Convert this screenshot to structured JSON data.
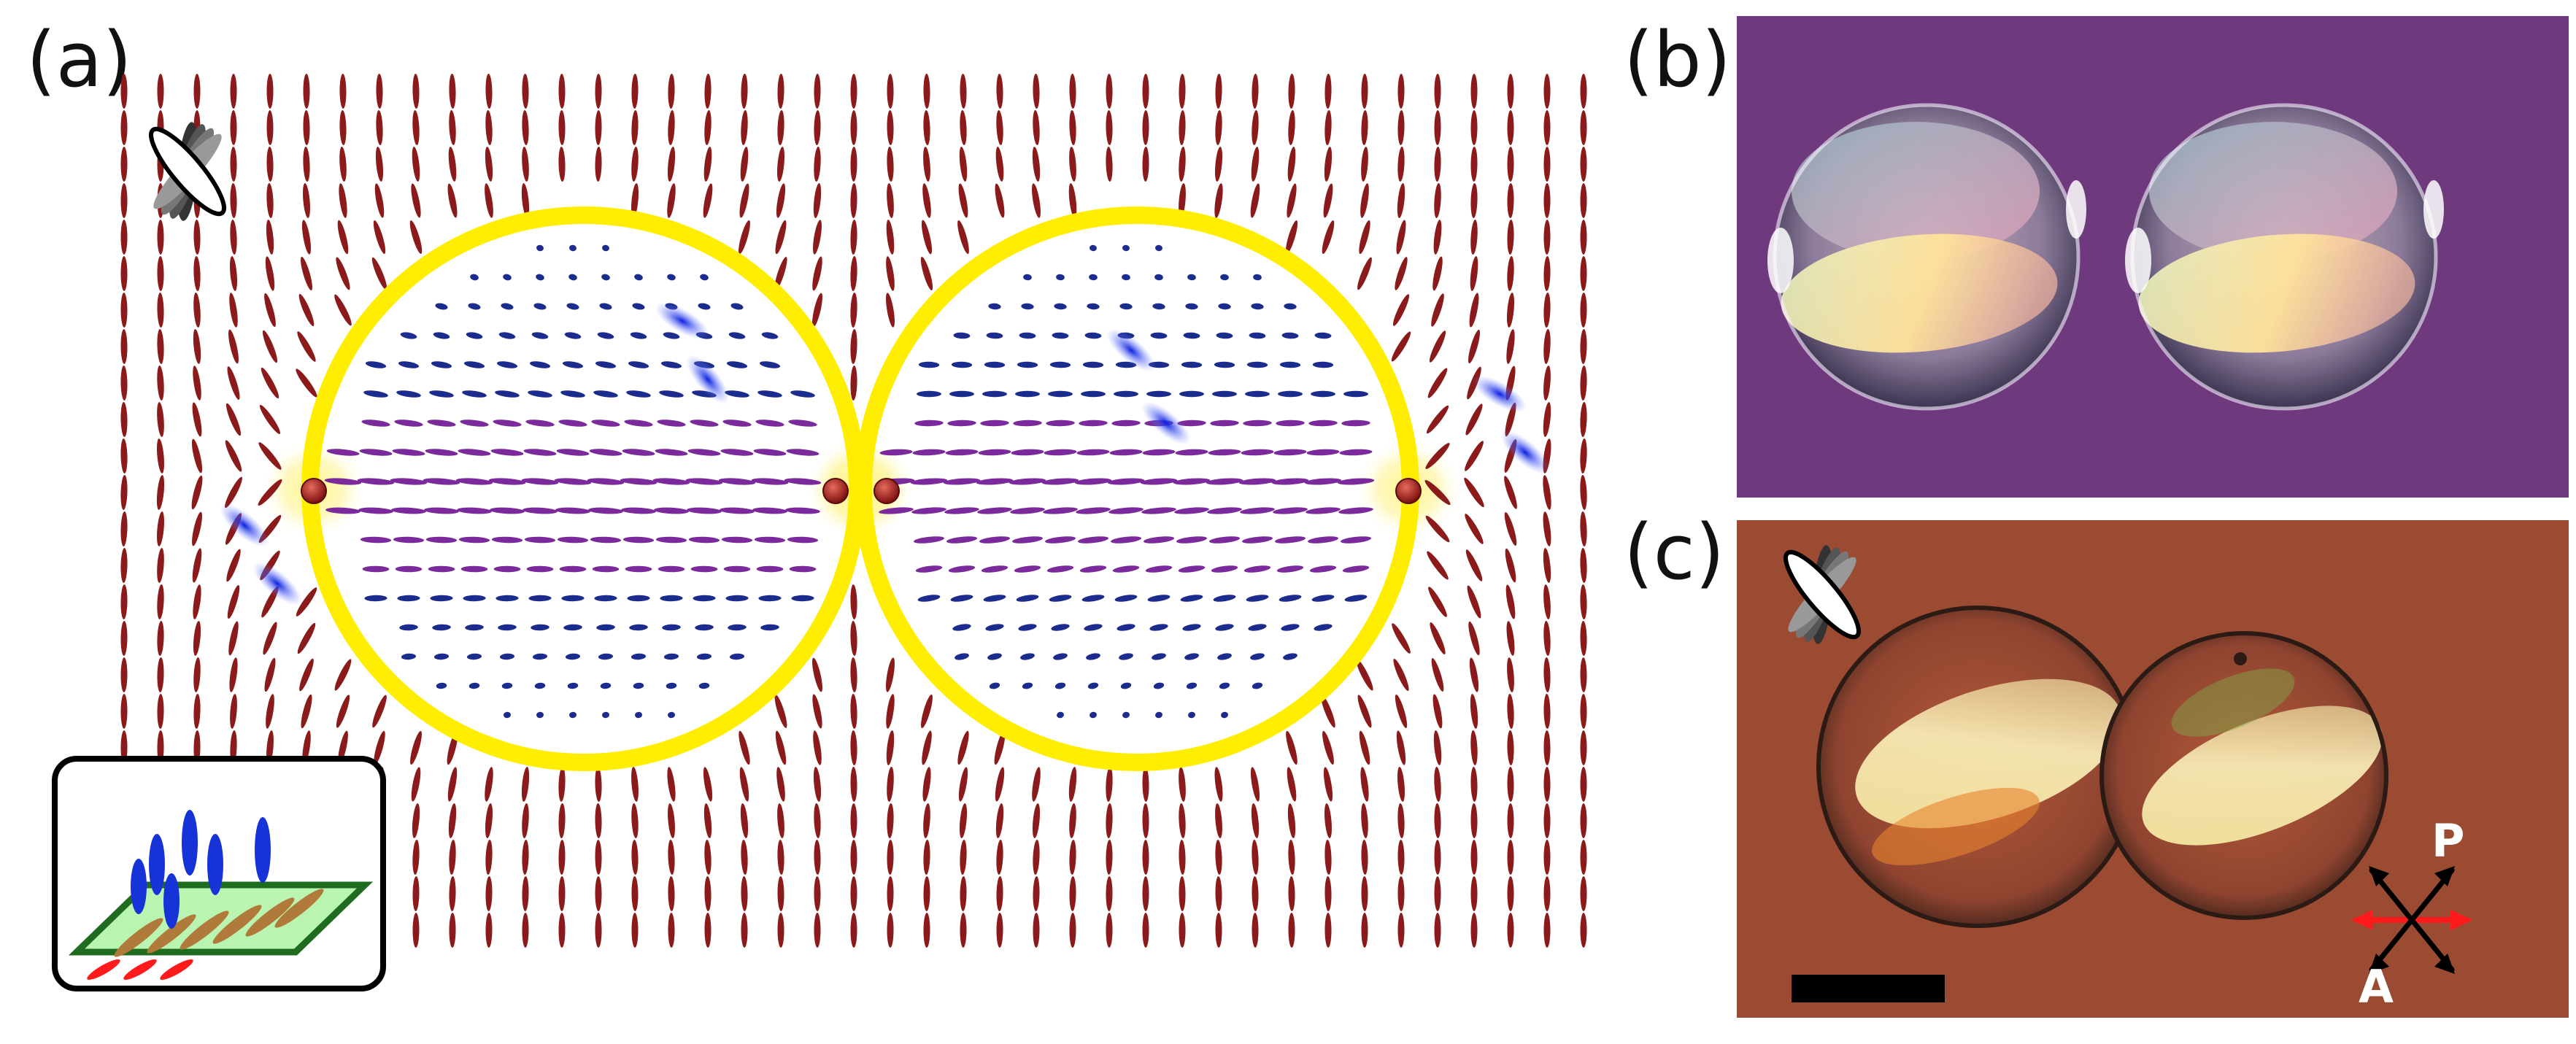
{
  "panels": {
    "a": {
      "label": "(a)"
    },
    "b": {
      "label": "(b)"
    },
    "c": {
      "label": "(c)"
    }
  },
  "polarizer_axes": {
    "p_label": "P",
    "a_label": "A"
  },
  "colors": {
    "director_outer": "#8b1a1a",
    "director_inner": "#1c2c8c",
    "director_mid": "#7a2a9a",
    "droplet_outline": "#ffee00",
    "defect_highlight": "#fff176",
    "panel_b_background": "#6f3a7d",
    "panel_c_background": "#9a4b32",
    "inset_plate": "#b9f5b0",
    "inset_border": "#1f6b1f",
    "inset_rod_vertical": "#1633d8",
    "inset_rod_planar": "#b07a3a",
    "inset_rod_red": "#ff1b1b",
    "pa_arrow_black": "#000000",
    "pa_arrow_red": "#ff1b1b"
  },
  "icons": [
    "crossed-waveplate-icon",
    "crossed-polarizer-analyzer-icon",
    "scale-bar"
  ]
}
